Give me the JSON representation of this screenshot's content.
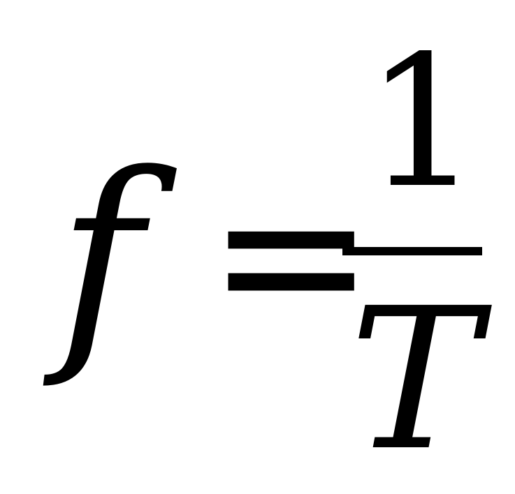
{
  "equation": {
    "variable": "f",
    "operator": "=",
    "numerator": "1",
    "denominator": "T"
  }
}
